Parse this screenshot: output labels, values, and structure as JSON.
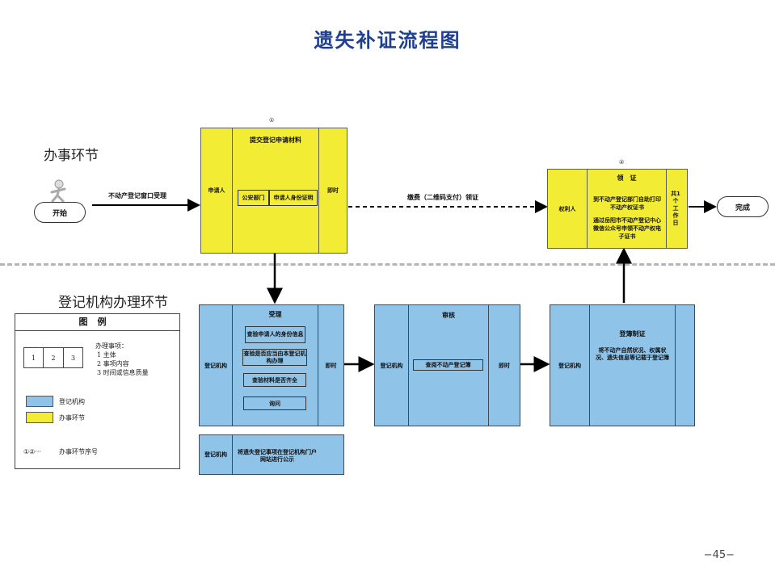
{
  "title": "遗失补证流程图",
  "sections": {
    "top": "办事环节",
    "bottom": "登记机构办理环节"
  },
  "start": {
    "label": "开始"
  },
  "end": {
    "label": "完成"
  },
  "arrows": {
    "start_to_submit": "不动产登记窗口受理",
    "submit_to_collect": "缴费（二维码支付）领证"
  },
  "submit": {
    "index": "①",
    "title": "提交登记申请材料",
    "left": "申请人",
    "right": "即时",
    "items": [
      "公安部门",
      "申请人身份证明"
    ]
  },
  "collect": {
    "index": "②",
    "title": "领　证",
    "left": "权利人",
    "right": "共1个工作日",
    "text1": "到不动产登记部门自助打印不动产权证书",
    "text2": "通过岳阳市不动产登记中心微信公众号申领不动产权电子证书"
  },
  "accept": {
    "title": "受理",
    "left": "登记机构",
    "right": "即时",
    "items": [
      "查验申请人的身份信息",
      "查验是否应当由本登记机构办理",
      "查验材料是否齐全",
      "询问"
    ]
  },
  "publish": {
    "left": "登记机构",
    "text": "将遗失登记事项在登记机构门户网站进行公示"
  },
  "review": {
    "title": "审核",
    "left": "登记机构",
    "right": "即时",
    "item": "查阅不动产登记簿"
  },
  "register": {
    "title": "登簿制证",
    "left": "登记机构",
    "text": "将不动产自然状况、权属状况、遗失信息等记载于登记簿"
  },
  "legend": {
    "title": "图例",
    "cells": [
      "1",
      "2",
      "3"
    ],
    "items_title": "办理事项：",
    "items": [
      "1 主体",
      "2 事项内容",
      "3 时间或信息质量"
    ],
    "blue_label": "登记机构",
    "yellow_label": "办事环节",
    "seq_symbol": "①②···",
    "seq_label": "办事环节序号"
  },
  "colors": {
    "yellow": "#f3ec35",
    "blue": "#8fc3e8",
    "title": "#1f3f8f"
  },
  "page_number": "−45−"
}
